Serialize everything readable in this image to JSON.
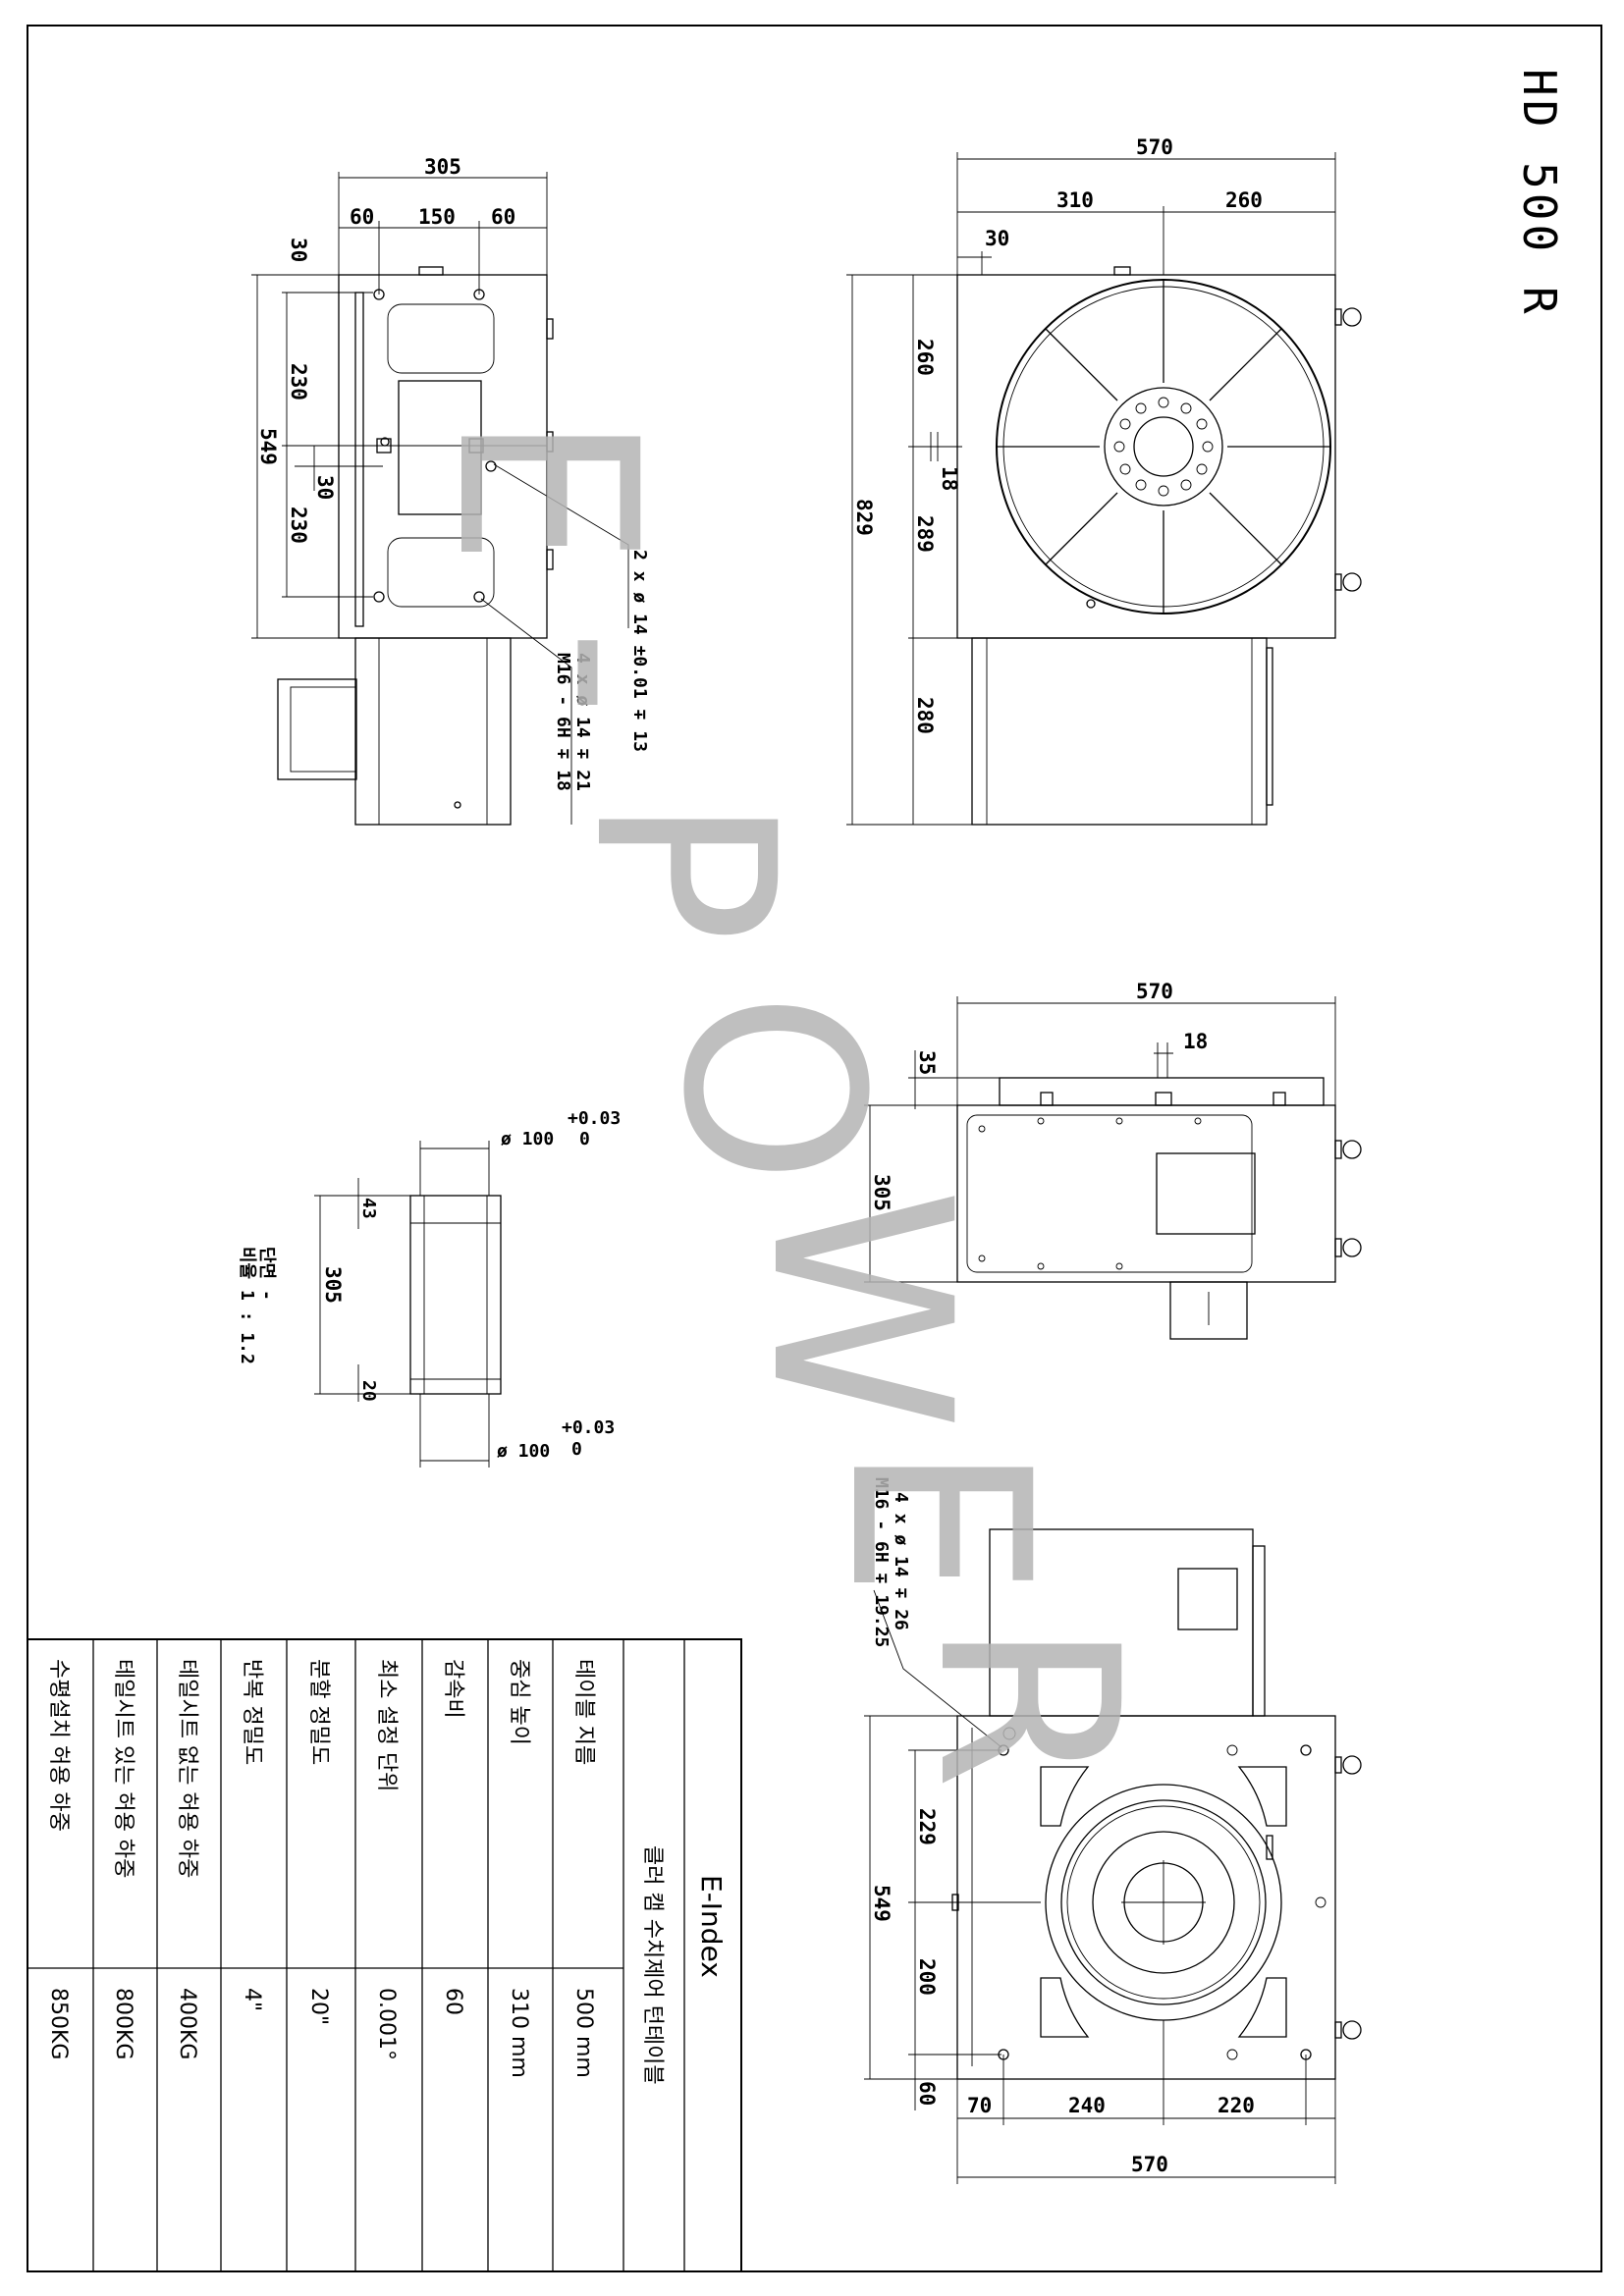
{
  "drawing": {
    "title": "HD 500 R",
    "watermark_letters": [
      "E",
      "-",
      "P",
      "O",
      "W",
      "E",
      "R"
    ]
  },
  "side_view": {
    "dims": {
      "total_width": "305",
      "left_offset": "60",
      "bolt_pitch": "150",
      "right_offset": "60",
      "top_offset": "30",
      "upper_pitch": "230",
      "total_height": "549",
      "mid_offset": "30",
      "lower_pitch": "230"
    },
    "callout_holes": "2 x ø 14  ±0.01   ∓ 13",
    "callout_taps_line1": "4 x ø  14  ∓ 21",
    "callout_taps_line2": "M16 - 6H  ∓ 18"
  },
  "front_view": {
    "dims": {
      "width": "570",
      "left_part": "310",
      "right_part": "260",
      "edge_offset": "30",
      "upper_height": "260",
      "slot_width": "18",
      "lower_height": "289",
      "overall_height": "829",
      "base_height": "280"
    }
  },
  "top_view": {
    "dims": {
      "width": "570",
      "key_width": "18",
      "key_offset": "35",
      "depth": "305"
    }
  },
  "bore_section": {
    "dims": {
      "bore_top": "ø 100",
      "tol_top_upper": "+0.03",
      "tol_top_lower": "0",
      "depth_top": "43",
      "length": "305",
      "depth_bottom": "20",
      "bore_bottom": "ø 100",
      "tol_bottom_upper": "+0.03",
      "tol_bottom_lower": "0"
    },
    "note_line1": "단면 -",
    "note_line2": "비율 1 : 1.2"
  },
  "bottom_view": {
    "callout_line1": "4 x ø 14  ∓ 26",
    "callout_line2": "M16 - 6H  ∓ 19.25",
    "dims": {
      "upper_pitch": "229",
      "depth": "549",
      "lower_pitch": "200",
      "bottom_offset": "60",
      "left_offset": "70",
      "mid_pitch": "240",
      "right_pitch": "220",
      "width": "570"
    }
  },
  "spec_table": {
    "brand": "E-Index",
    "product": "클러 캠 수치제어 턴테이블",
    "rows": [
      {
        "label": "테이블 지름",
        "value": "500 mm"
      },
      {
        "label": "중심 높이",
        "value": "310 mm"
      },
      {
        "label": "감속비",
        "value": "60"
      },
      {
        "label": "최소 설정 단위",
        "value": "0.001°"
      },
      {
        "label": "분할 정밀도",
        "value": "20\""
      },
      {
        "label": "반복 정밀도",
        "value": "4\""
      },
      {
        "label": "테일시트 없는 허용 하중",
        "value": "400KG"
      },
      {
        "label": "테일시트 있는 허용 하중",
        "value": "800KG"
      },
      {
        "label": "수평설치 허용 하중",
        "value": "850KG"
      }
    ]
  }
}
